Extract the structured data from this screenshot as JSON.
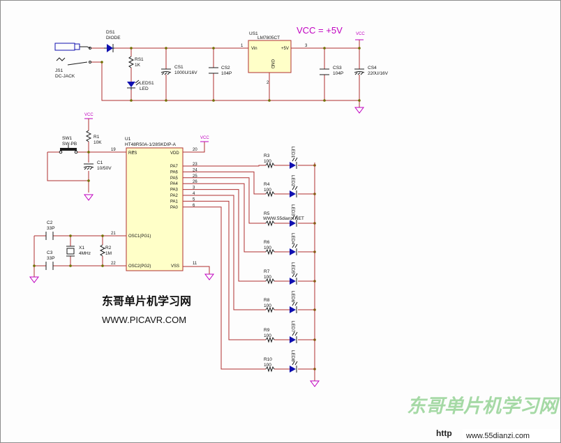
{
  "power": {
    "vcc_label": "VCC = +5V",
    "vcc_net": "VCC",
    "jack_ref": "JS1",
    "jack_type": "DC-JACK",
    "diode_ref": "DS1",
    "diode_type": "DIODE",
    "rs1_ref": "RS1",
    "rs1_val": "1K",
    "leds1_ref": "LEDS1",
    "leds1_type": "LED",
    "cs1_ref": "CS1",
    "cs1_val": "1000U/16V",
    "cs2_ref": "CS2",
    "cs2_val": "104P",
    "reg_ref": "US1",
    "reg_type": "LM7805CT",
    "reg_vin": "Vin",
    "reg_vout": "+5V",
    "reg_gnd": "GND",
    "reg_pin1": "1",
    "reg_pin2": "2",
    "reg_pin3": "3",
    "cs3_ref": "CS3",
    "cs3_val": "104P",
    "cs4_ref": "CS4",
    "cs4_val": "220U/16V"
  },
  "mcu": {
    "ref": "U1",
    "type": "HT48R50A-1/28SKDIP-A",
    "res_label": "RES",
    "vdd_label": "VDD",
    "vss_label": "VSS",
    "osc1_label": "OSC1(PG1)",
    "osc2_label": "OSC2(PG2)",
    "pin_res": "19",
    "pin_vdd": "20",
    "pin_osc1": "21",
    "pin_osc2": "22",
    "pin_vss": "11",
    "ports": [
      {
        "name": "PA7",
        "pin": "23"
      },
      {
        "name": "PA6",
        "pin": "24"
      },
      {
        "name": "PA5",
        "pin": "25"
      },
      {
        "name": "PA4",
        "pin": "26"
      },
      {
        "name": "PA3",
        "pin": "3"
      },
      {
        "name": "PA2",
        "pin": "4"
      },
      {
        "name": "PA1",
        "pin": "5"
      },
      {
        "name": "PA0",
        "pin": "6"
      }
    ]
  },
  "reset": {
    "vcc_net": "VCC",
    "r1_ref": "R1",
    "r1_val": "10K",
    "sw_ref": "SW1",
    "sw_type": "SW-PB",
    "c1_ref": "C1",
    "c1_val": "10/50V"
  },
  "osc": {
    "c2_ref": "C2",
    "c2_val": "33P",
    "c3_ref": "C3",
    "c3_val": "33P",
    "x1_ref": "X1",
    "x1_val": "4MHz",
    "r2_ref": "R2",
    "r2_val": "1M"
  },
  "leds": [
    {
      "r_ref": "R3",
      "r_val": "100",
      "led": "LED1"
    },
    {
      "r_ref": "R4",
      "r_val": "100",
      "led": "LED2"
    },
    {
      "r_ref": "R5",
      "r_val": "100",
      "led": "LED3"
    },
    {
      "r_ref": "R6",
      "r_val": "100",
      "led": "LED4"
    },
    {
      "r_ref": "R7",
      "r_val": "100",
      "led": "LED5"
    },
    {
      "r_ref": "R8",
      "r_val": "100",
      "led": "LED6"
    },
    {
      "r_ref": "R9",
      "r_val": "100",
      "led": "LED7"
    },
    {
      "r_ref": "R10",
      "r_val": "100",
      "led": "LED8"
    }
  ],
  "branding": {
    "site_cn": "东哥单片机学习网",
    "site_url": "WWW.PICAVR.COM",
    "watermark_inline": "WWW.55dianzi.NET",
    "watermark_big": "东哥单片机学习网",
    "watermark_http": "http",
    "watermark_corner": "www.55dianzi.com"
  }
}
